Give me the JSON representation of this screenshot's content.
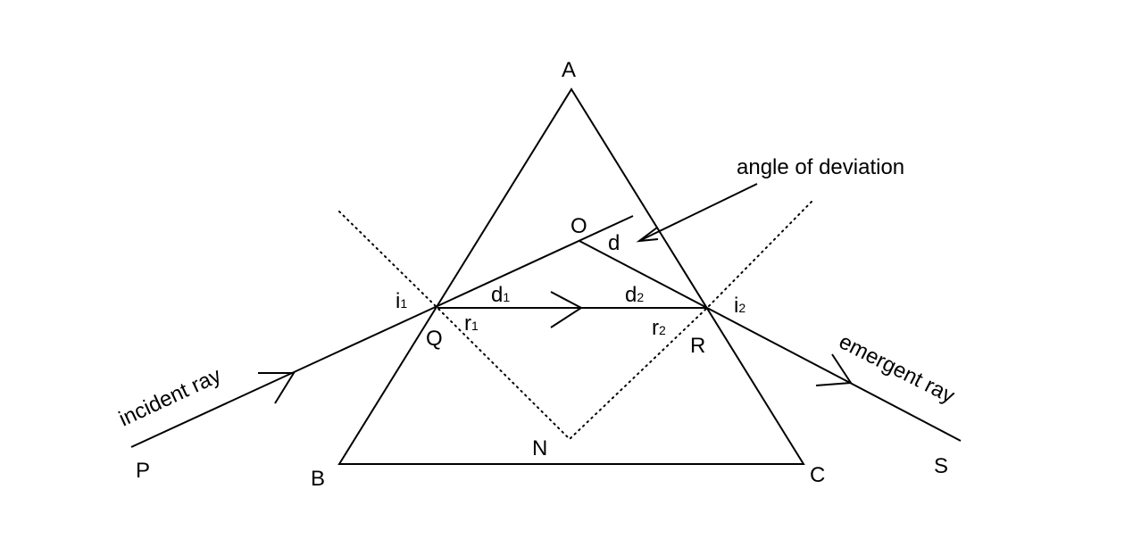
{
  "vertices": {
    "A": "A",
    "B": "B",
    "C": "C",
    "P": "P",
    "S": "S",
    "Q": "Q",
    "R": "R",
    "N": "N",
    "O": "O"
  },
  "angles": {
    "i1": "i",
    "i1_sub": "1",
    "r1": "r",
    "r1_sub": "1",
    "d1": "d",
    "d1_sub": "1",
    "d2": "d",
    "d2_sub": "2",
    "r2": "r",
    "r2_sub": "2",
    "i2": "i",
    "i2_sub": "2",
    "d": "d"
  },
  "annotations": {
    "angle_of_deviation": "angle of deviation",
    "incident_ray": "incident ray",
    "emergent_ray": "emergent ray"
  }
}
